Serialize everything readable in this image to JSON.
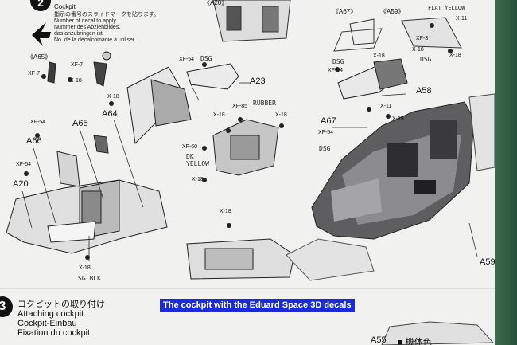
{
  "step_top": {
    "number": "2",
    "title": "Cockpit",
    "decal_note": {
      "jp": "指示の番号のスライドマークを貼ります。",
      "en": "Number of decal to apply.",
      "de": "Nummer des Abziehbildes,",
      "de2": "das anzubringen ist.",
      "fr": "No. de la décalcomanie à utiliser."
    }
  },
  "step_bottom": {
    "number": "3",
    "jp": "コクピットの取り付け",
    "en": "Attaching cockpit",
    "de": "Cockpit-Einbau",
    "fr": "Fixation du cockpit"
  },
  "caption": "The cockpit with the Eduard Space 3D decals",
  "parts": {
    "a65_top": "《A65》",
    "a65": "A65",
    "a66": "A66",
    "a20": "A20",
    "a64": "A64",
    "a23": "A23",
    "a58": "A58",
    "a67": "A67",
    "a67_top": "《A67》",
    "a59_top": "《A59》",
    "a59": "A59",
    "a55": "A55",
    "a20_top": "《A20》"
  },
  "decals": {
    "xf7_a": "XF-7",
    "xf7_b": "XF-7",
    "x18_a": "X-18",
    "x18_b": "X-18",
    "x18_c": "X-18",
    "x18_d": "X-18",
    "x18_e": "X-18",
    "x18_f": "X-18",
    "x18_g": "X-18",
    "x18_h": "X-18",
    "x18_i": "X-18",
    "x18_j": "X-18",
    "x18_k": "X-18",
    "xf54_a": "XF-54",
    "xf54_b": "XF-54",
    "xf54_c": "XF-54",
    "xf54_d": "XF-54",
    "xf54_e": "XF-54",
    "xf60": "XF-60",
    "xf85": "XF-85",
    "xf3": "XF-3",
    "x11_a": "X-11",
    "x11_b": "X-11"
  },
  "handwriting": {
    "dsg1": "DSG",
    "dsg2": "DSG",
    "dsg3": "DSG",
    "dsg4": "DSG",
    "rubber": "RUBBER",
    "dk_yellow": "DK\nYELLOW",
    "flat_yellow": "FLAT YELLOW",
    "sg_blk": "SG BLK"
  },
  "legend": "■ 機体色"
}
